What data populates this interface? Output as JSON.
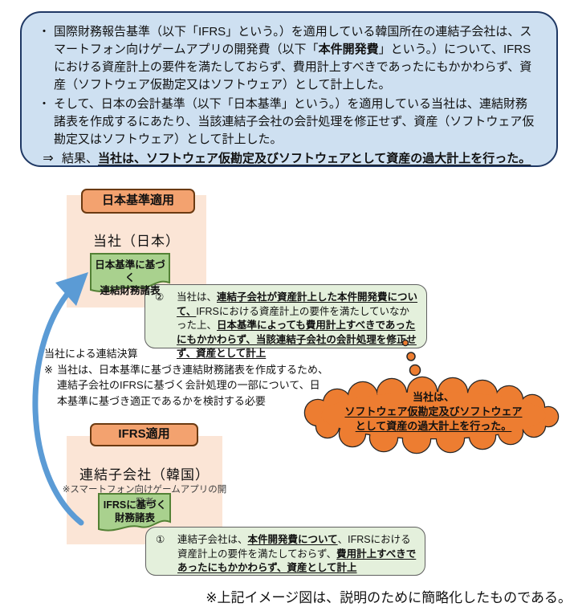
{
  "summary": {
    "bullet_marker": "・",
    "b1_p1": "国際財務報告基準（以下「IFRS」という。）を適用している韓国所在の連結子会社は、スマートフォン向けゲームアプリの開発費（以下「",
    "b1_bold": "本件開発費",
    "b1_p2": "」という。）について、IFRSにおける資産計上の要件を満たしておらず、費用計上すべきであったにもかかわらず、資産（ソフトウェア仮勘定又はソフトウェア）として計上した。",
    "b2": "そして、日本の会計基準（以下「日本基準」という。）を適用している当社は、連結財務諸表を作成するにあたり、当該連結子会社の会計処理を修正せず、資産（ソフトウェア仮勘定又はソフトウェア）として計上した。",
    "arrow_marker": "⇒",
    "c_lead": "結果、",
    "c_main": "当社は、ソフトウェア仮勘定及びソフトウェアとして資産の過大計上を行った。"
  },
  "japan": {
    "tag": "日本基準適用",
    "entity": "当社（日本）",
    "doc1": "日本基準に基づく",
    "doc2": "連結財務諸表"
  },
  "note2": {
    "num": "②",
    "p1": "当社は、",
    "u1": "連結子会社が資産計上した本件開発費について、",
    "p2": "IFRSにおける資産計上の要件を満たしていなかった上、",
    "u2": "日本基準によっても費用計上すべきであったにもかかわらず、当該連結子会社の会計処理を修正せず、資産として計上"
  },
  "consolidation": {
    "title": "当社による連結決算",
    "mark": "※",
    "body": "当社は、日本基準に基づき連結財務諸表を作成するため、連結子会社のIFRSに基づく会計処理の一部について、日本基準に基づき適正であるかを検討する必要"
  },
  "cloud": {
    "line1": "当社は、",
    "line2": "ソフトウェア仮勘定及びソフトウェア",
    "line3": "として資産の過大計上を行った。"
  },
  "ifrs": {
    "tag": "IFRS適用",
    "entity": "連結子会社（韓国）",
    "subtitle": "※スマートフォン向けゲームアプリの開発者",
    "doc1": "IFRSに基づく",
    "doc2": "財務諸表"
  },
  "note1": {
    "num": "①",
    "p1": "連結子会社は、",
    "u1": "本件開発費について",
    "p2": "、IFRSにおける資産計上の要件を満たしておらず、",
    "u2": "費用計上すべきであったにもかかわらず、資産として計上"
  },
  "footer_note": "※上記イメージ図は、説明のために簡略化したものである。",
  "colors": {
    "summary_fill": "#cee0f1",
    "summary_border": "#1f3864",
    "tag_fill": "#f3a26f",
    "tag_border": "#6b3a11",
    "group_fill": "#fbe5d6",
    "doc_fill": "#a9d18e",
    "doc_border": "#538135",
    "note_fill": "#e4f0dc",
    "note_border": "#5f5f5f",
    "cloud_fill": "#ed7d31",
    "cloud_outline": "#262626",
    "arrow_blue": "#5b9bd5"
  }
}
